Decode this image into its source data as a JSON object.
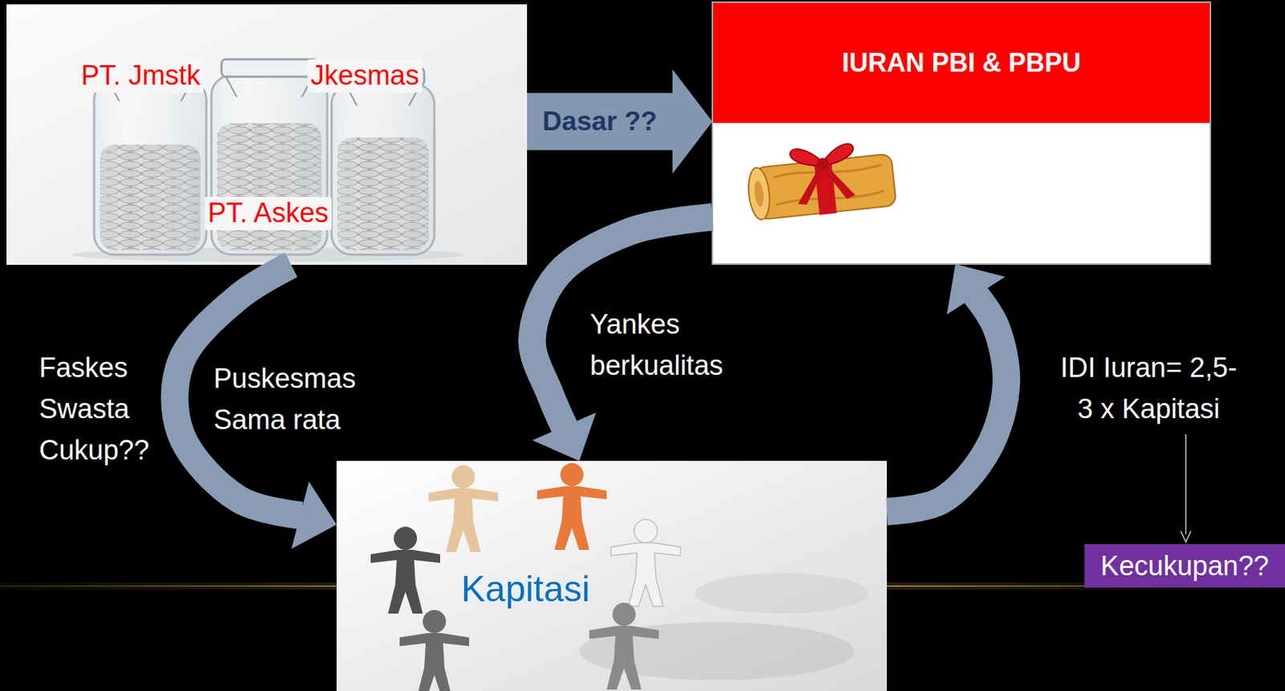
{
  "diagram": {
    "nodes": [
      {
        "text": [
          "PT. Jmstk",
          "Jkesmas",
          "PT. Askes"
        ]
      },
      {
        "text": [
          "IURAN PBI & PBPU"
        ]
      },
      {
        "text": [
          "Kapitasi"
        ]
      },
      {
        "text": [
          "Kecukupan??"
        ]
      }
    ],
    "edges": [
      {
        "from": 0,
        "to": 1,
        "arrow": "to",
        "label": "Dasar ??"
      },
      {
        "from": 0,
        "to": 2,
        "arrow": "to"
      },
      {
        "from": 1,
        "to": 2,
        "arrow": "to",
        "label": "Yankes berkualitas"
      },
      {
        "from": 2,
        "to": 1,
        "arrow": "to",
        "label": "IDI Iuran= 2,5-3 x Kapitasi"
      }
    ],
    "labels": [
      "Faskes Swasta Cukup??",
      "Puskesmas Sama rata"
    ]
  }
}
